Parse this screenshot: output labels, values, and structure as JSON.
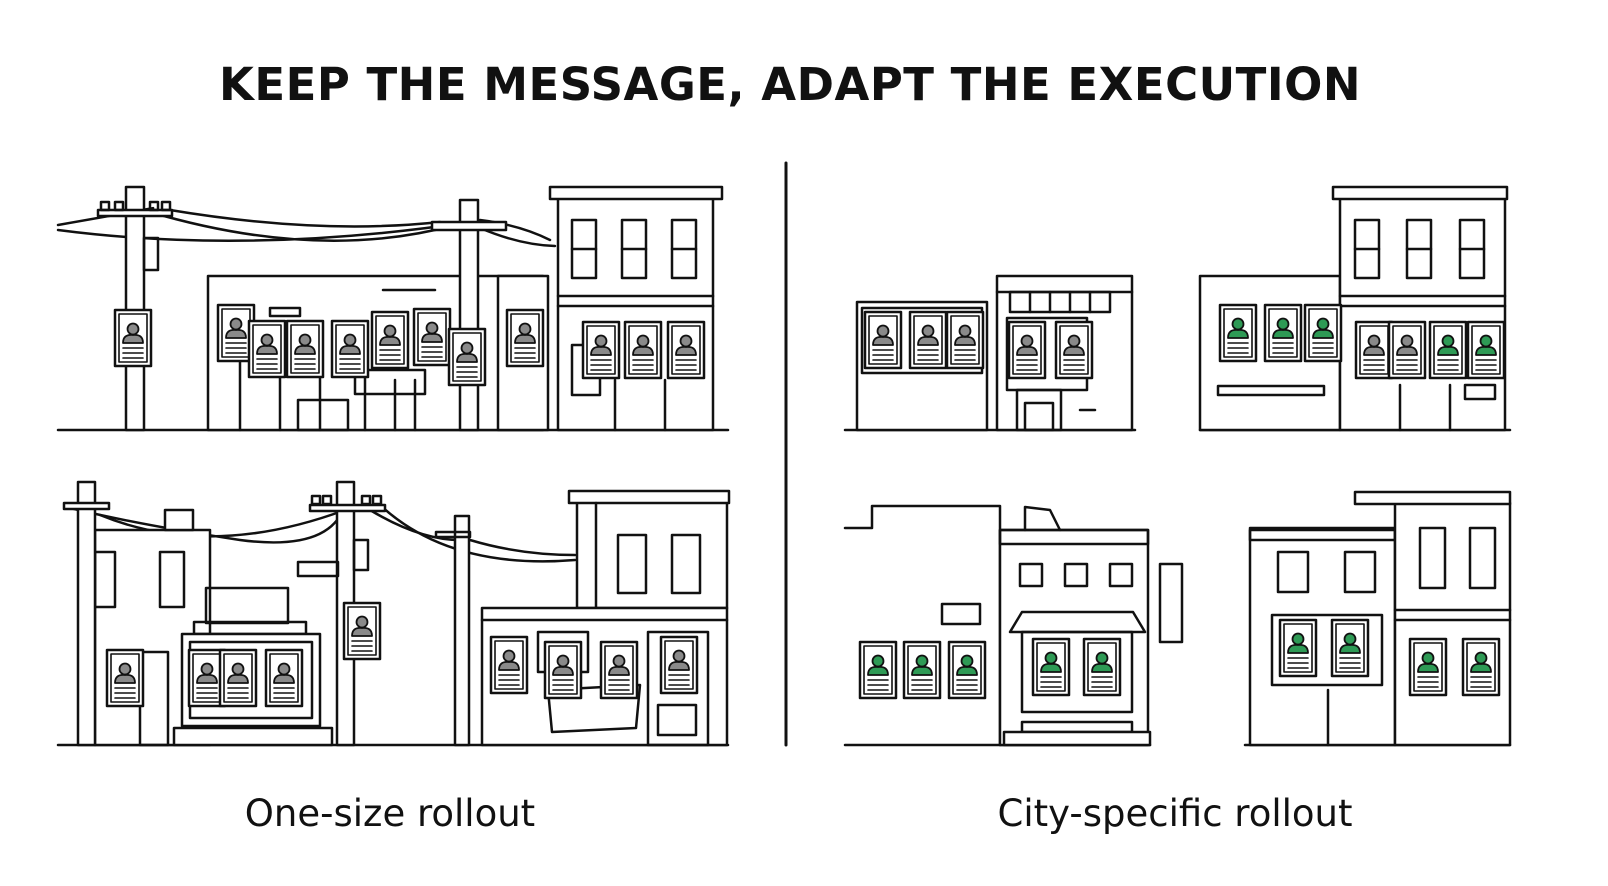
{
  "title": "KEEP THE MESSAGE, ADAPT THE EXECUTION",
  "panels": {
    "left": {
      "caption": "One-size rollout",
      "poster_color": "#8a8a8a"
    },
    "right": {
      "caption": "City-specific rollout",
      "poster_color": "#2e9a55"
    }
  },
  "colors": {
    "line": "#111111",
    "poster_gray": "#8a8a8a",
    "poster_green": "#2e9a55"
  },
  "icons": [
    "person-poster-icon",
    "utility-pole-icon",
    "building-icon"
  ]
}
